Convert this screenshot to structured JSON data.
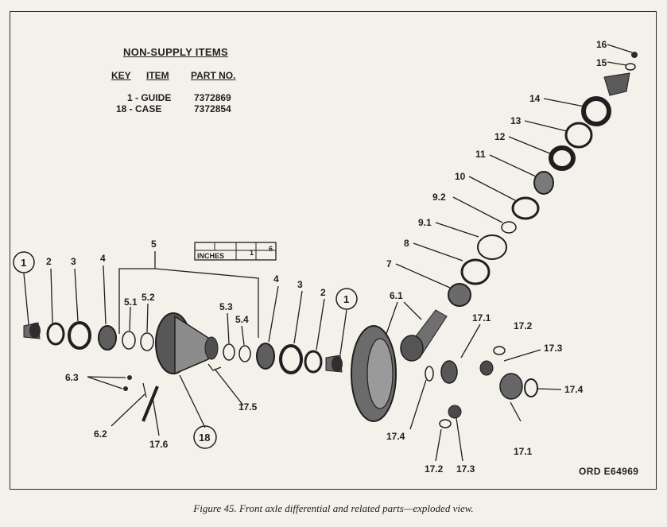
{
  "non_supply": {
    "title": "NON-SUPPLY ITEMS",
    "headers": {
      "key": "KEY",
      "item": "ITEM",
      "part_no": "PART NO."
    },
    "rows": [
      {
        "key_item": "1 - GUIDE",
        "part_no": "7372869"
      },
      {
        "key_item": "18 - CASE",
        "part_no": "7372854"
      }
    ]
  },
  "scale": {
    "label": "INCHES",
    "ticks": [
      "1",
      "6"
    ]
  },
  "callouts": {
    "c16": "16",
    "c15": "15",
    "c14": "14",
    "c13": "13",
    "c12": "12",
    "c11": "11",
    "c10": "10",
    "c92": "9.2",
    "c91": "9.1",
    "c8": "8",
    "c7": "7",
    "c61": "6.1",
    "c171a": "17.1",
    "c172a": "17.2",
    "c173a": "17.3",
    "c174r": "17.4",
    "c171b": "17.1",
    "c174l": "17.4",
    "c172b": "17.2",
    "c173b": "17.3",
    "c1l": "1",
    "c2l": "2",
    "c3l": "3",
    "c4l": "4",
    "c5": "5",
    "c51": "5.1",
    "c52": "5.2",
    "c53": "5.3",
    "c54": "5.4",
    "c4r": "4",
    "c3r": "3",
    "c2r": "2",
    "c1r": "1",
    "c63": "6.3",
    "c62": "6.2",
    "c176": "17.6",
    "c18": "18",
    "c175": "17.5"
  },
  "ord_number": "ORD  E64969",
  "caption": "Figure 45.   Front axle differential and related parts—exploded view."
}
